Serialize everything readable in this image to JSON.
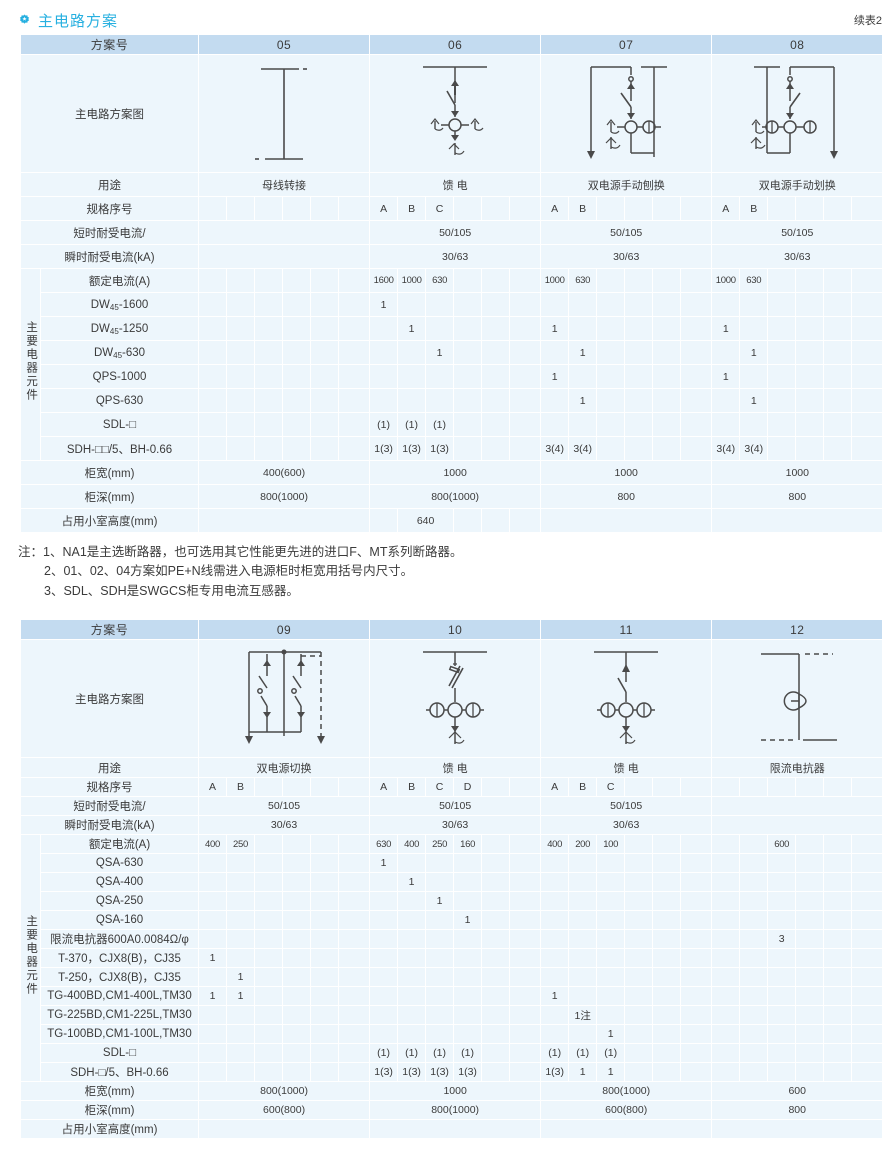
{
  "header": {
    "title": "主电路方案",
    "icon": "gear-star-icon",
    "continued": "续表2",
    "accent_color": "#27b0e0",
    "header_bg": "#c3dbf0",
    "cell_bg": "#edf6fc"
  },
  "row_labels": {
    "scheme_no": "方案号",
    "diagram": "主电路方案图",
    "purpose": "用途",
    "spec_no": "规格序号",
    "short_time_current": "短时耐受电流/",
    "instant_current": "瞬时耐受电流(kA)",
    "rated_current": "额定电流(A)",
    "cabinet_width": "柜宽(mm)",
    "cabinet_depth": "柜深(mm)",
    "compartment_height": "占用小室高度(mm)",
    "vertical_group": "主要电器元件"
  },
  "table1": {
    "columns": [
      "05",
      "06",
      "07",
      "08"
    ],
    "purpose": [
      "母线转接",
      "馈  电",
      "双电源手动刨换",
      "双电源手动划换"
    ],
    "spec_no": [
      [
        "",
        "",
        "",
        "",
        "",
        ""
      ],
      [
        "A",
        "B",
        "C",
        "",
        "",
        ""
      ],
      [
        "A",
        "B",
        "",
        "",
        "",
        ""
      ],
      [
        "A",
        "B",
        "",
        "",
        "",
        ""
      ]
    ],
    "short_time_current": [
      "",
      "50/105",
      "50/105",
      "50/105"
    ],
    "instant_current": [
      "",
      "30/63",
      "30/63",
      "30/63"
    ],
    "rated_current": [
      [
        "",
        "",
        "",
        "",
        "",
        ""
      ],
      [
        "1600",
        "1000",
        "630",
        "",
        "",
        ""
      ],
      [
        "1000",
        "630",
        "",
        "",
        "",
        ""
      ],
      [
        "1000",
        "630",
        "",
        "",
        "",
        ""
      ]
    ],
    "components": [
      {
        "label": "DW45-1600",
        "label_base": "DW",
        "label_sub": "45",
        "label_rest": "-1600",
        "values": [
          [
            "",
            "",
            "",
            "",
            "",
            ""
          ],
          [
            "1",
            "",
            "",
            "",
            "",
            ""
          ],
          [
            "",
            "",
            "",
            "",
            "",
            ""
          ],
          [
            "",
            "",
            "",
            "",
            "",
            ""
          ]
        ]
      },
      {
        "label": "DW45-1250",
        "label_base": "DW",
        "label_sub": "45",
        "label_rest": "-1250",
        "values": [
          [
            "",
            "",
            "",
            "",
            "",
            ""
          ],
          [
            "",
            "1",
            "",
            "",
            "",
            ""
          ],
          [
            "1",
            "",
            "",
            "",
            "",
            ""
          ],
          [
            "1",
            "",
            "",
            "",
            "",
            ""
          ]
        ]
      },
      {
        "label": "DW45-630",
        "label_base": "DW",
        "label_sub": "45",
        "label_rest": "-630",
        "values": [
          [
            "",
            "",
            "",
            "",
            "",
            ""
          ],
          [
            "",
            "",
            "1",
            "",
            "",
            ""
          ],
          [
            "",
            "1",
            "",
            "",
            "",
            ""
          ],
          [
            "",
            "1",
            "",
            "",
            "",
            ""
          ]
        ]
      },
      {
        "label": "QPS-1000",
        "label_base": "QPS-1000",
        "label_sub": "",
        "label_rest": "",
        "values": [
          [
            "",
            "",
            "",
            "",
            "",
            ""
          ],
          [
            "",
            "",
            "",
            "",
            "",
            ""
          ],
          [
            "1",
            "",
            "",
            "",
            "",
            ""
          ],
          [
            "1",
            "",
            "",
            "",
            "",
            ""
          ]
        ]
      },
      {
        "label": "QPS-630",
        "label_base": "QPS-630",
        "label_sub": "",
        "label_rest": "",
        "values": [
          [
            "",
            "",
            "",
            "",
            "",
            ""
          ],
          [
            "",
            "",
            "",
            "",
            "",
            ""
          ],
          [
            "",
            "1",
            "",
            "",
            "",
            ""
          ],
          [
            "",
            "1",
            "",
            "",
            "",
            ""
          ]
        ]
      },
      {
        "label": "SDL-□",
        "label_base": "SDL-□",
        "label_sub": "",
        "label_rest": "",
        "values": [
          [
            "",
            "",
            "",
            "",
            "",
            ""
          ],
          [
            "(1)",
            "(1)",
            "(1)",
            "",
            "",
            ""
          ],
          [
            "",
            "",
            "",
            "",
            "",
            ""
          ],
          [
            "",
            "",
            "",
            "",
            "",
            ""
          ]
        ]
      },
      {
        "label": "SDH-□□/5、BH-0.66",
        "label_base": "SDH-□□/5、BH-0.66",
        "label_sub": "",
        "label_rest": "",
        "values": [
          [
            "",
            "",
            "",
            "",
            "",
            ""
          ],
          [
            "1(3)",
            "1(3)",
            "1(3)",
            "",
            "",
            ""
          ],
          [
            "3(4)",
            "3(4)",
            "",
            "",
            "",
            ""
          ],
          [
            "3(4)",
            "3(4)",
            "",
            "",
            "",
            ""
          ]
        ]
      }
    ],
    "cabinet_width": [
      "400(600)",
      "1000",
      "1000",
      "1000"
    ],
    "cabinet_depth": [
      "800(1000)",
      "800(1000)",
      "800",
      "800"
    ],
    "compartment_height": [
      "",
      "640",
      "",
      ""
    ]
  },
  "notes": {
    "lead": "注：",
    "n1": "1、NA1是主选断路器，也可选用其它性能更先进的进口F、MT系列断路器。",
    "n2": "2、01、02、04方案如PE+N线需进入电源柜时柜宽用括号内尺寸。",
    "n3": "3、SDL、SDH是SWGCS柜专用电流互感器。"
  },
  "table2": {
    "columns": [
      "09",
      "10",
      "11",
      "12"
    ],
    "purpose": [
      "双电源切换",
      "馈   电",
      "馈   电",
      "限流电抗器"
    ],
    "spec_no": [
      [
        "A",
        "B",
        "",
        "",
        "",
        ""
      ],
      [
        "A",
        "B",
        "C",
        "D",
        "",
        ""
      ],
      [
        "A",
        "B",
        "C",
        "",
        "",
        ""
      ],
      [
        "",
        "",
        "",
        "",
        "",
        ""
      ]
    ],
    "short_time_current": [
      "50/105",
      "50/105",
      "50/105",
      ""
    ],
    "instant_current": [
      "30/63",
      "30/63",
      "30/63",
      ""
    ],
    "rated_current": [
      [
        "400",
        "250",
        "",
        "",
        "",
        ""
      ],
      [
        "630",
        "400",
        "250",
        "160",
        "",
        ""
      ],
      [
        "400",
        "200",
        "100",
        "",
        "",
        ""
      ],
      [
        "",
        "",
        "600",
        "",
        "",
        ""
      ]
    ],
    "components": [
      {
        "label": "QSA-630",
        "values": [
          [
            "",
            "",
            "",
            "",
            "",
            ""
          ],
          [
            "1",
            "",
            "",
            "",
            "",
            ""
          ],
          [
            "",
            "",
            "",
            "",
            "",
            ""
          ],
          [
            "",
            "",
            "",
            "",
            "",
            ""
          ]
        ]
      },
      {
        "label": "QSA-400",
        "values": [
          [
            "",
            "",
            "",
            "",
            "",
            ""
          ],
          [
            "",
            "1",
            "",
            "",
            "",
            ""
          ],
          [
            "",
            "",
            "",
            "",
            "",
            ""
          ],
          [
            "",
            "",
            "",
            "",
            "",
            ""
          ]
        ]
      },
      {
        "label": "QSA-250",
        "values": [
          [
            "",
            "",
            "",
            "",
            "",
            ""
          ],
          [
            "",
            "",
            "1",
            "",
            "",
            ""
          ],
          [
            "",
            "",
            "",
            "",
            "",
            ""
          ],
          [
            "",
            "",
            "",
            "",
            "",
            ""
          ]
        ]
      },
      {
        "label": "QSA-160",
        "values": [
          [
            "",
            "",
            "",
            "",
            "",
            ""
          ],
          [
            "",
            "",
            "",
            "1",
            "",
            ""
          ],
          [
            "",
            "",
            "",
            "",
            "",
            ""
          ],
          [
            "",
            "",
            "",
            "",
            "",
            ""
          ]
        ]
      },
      {
        "label": "限流电抗器600A0.0084Ω/φ",
        "values": [
          [
            "",
            "",
            "",
            "",
            "",
            ""
          ],
          [
            "",
            "",
            "",
            "",
            "",
            ""
          ],
          [
            "",
            "",
            "",
            "",
            "",
            ""
          ],
          [
            "",
            "",
            "3",
            "",
            "",
            ""
          ]
        ]
      },
      {
        "label": "T-370，CJX8(B)，CJ35",
        "values": [
          [
            "1",
            "",
            "",
            "",
            "",
            ""
          ],
          [
            "",
            "",
            "",
            "",
            "",
            ""
          ],
          [
            "",
            "",
            "",
            "",
            "",
            ""
          ],
          [
            "",
            "",
            "",
            "",
            "",
            ""
          ]
        ]
      },
      {
        "label": "T-250，CJX8(B)，CJ35",
        "values": [
          [
            "",
            "1",
            "",
            "",
            "",
            ""
          ],
          [
            "",
            "",
            "",
            "",
            "",
            ""
          ],
          [
            "",
            "",
            "",
            "",
            "",
            ""
          ],
          [
            "",
            "",
            "",
            "",
            "",
            ""
          ]
        ]
      },
      {
        "label": "TG-400BD,CM1-400L,TM30",
        "values": [
          [
            "1",
            "1",
            "",
            "",
            "",
            ""
          ],
          [
            "",
            "",
            "",
            "",
            "",
            ""
          ],
          [
            "1",
            "",
            "",
            "",
            "",
            ""
          ],
          [
            "",
            "",
            "",
            "",
            "",
            ""
          ]
        ]
      },
      {
        "label": "TG-225BD,CM1-225L,TM30",
        "values": [
          [
            "",
            "",
            "",
            "",
            "",
            ""
          ],
          [
            "",
            "",
            "",
            "",
            "",
            ""
          ],
          [
            "",
            "1注",
            "",
            "",
            "",
            ""
          ],
          [
            "",
            "",
            "",
            "",
            "",
            ""
          ]
        ]
      },
      {
        "label": "TG-100BD,CM1-100L,TM30",
        "values": [
          [
            "",
            "",
            "",
            "",
            "",
            ""
          ],
          [
            "",
            "",
            "",
            "",
            "",
            ""
          ],
          [
            "",
            "",
            "1",
            "",
            "",
            ""
          ],
          [
            "",
            "",
            "",
            "",
            "",
            ""
          ]
        ]
      },
      {
        "label": "SDL-□",
        "values": [
          [
            "",
            "",
            "",
            "",
            "",
            ""
          ],
          [
            "(1)",
            "(1)",
            "(1)",
            "(1)",
            "",
            ""
          ],
          [
            "(1)",
            "(1)",
            "(1)",
            "",
            "",
            ""
          ],
          [
            "",
            "",
            "",
            "",
            "",
            ""
          ]
        ]
      },
      {
        "label": "SDH-□/5、BH-0.66",
        "values": [
          [
            "",
            "",
            "",
            "",
            "",
            ""
          ],
          [
            "1(3)",
            "1(3)",
            "1(3)",
            "1(3)",
            "",
            ""
          ],
          [
            "1(3)",
            "1",
            "1",
            "",
            "",
            ""
          ],
          [
            "",
            "",
            "",
            "",
            "",
            ""
          ]
        ]
      }
    ],
    "cabinet_width": [
      "800(1000)",
      "1000",
      "800(1000)",
      "600"
    ],
    "cabinet_depth": [
      "600(800)",
      "800(1000)",
      "600(800)",
      "800"
    ],
    "compartment_height": [
      "",
      "",
      "",
      ""
    ]
  }
}
